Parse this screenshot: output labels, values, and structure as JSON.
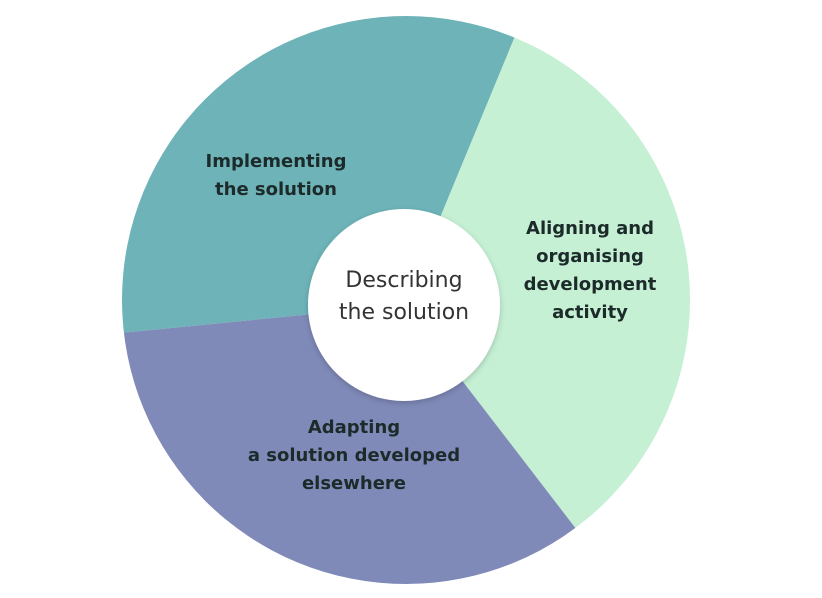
{
  "colors": {
    "implementing": "#6db3b8",
    "aligning": "#c5f0d4",
    "adapting": "#7f8ab8",
    "center": "#ffffff"
  },
  "center": {
    "lines": [
      "Describing",
      "the solution"
    ]
  },
  "segments": {
    "implementing": {
      "lines": [
        "Implementing",
        "the solution"
      ]
    },
    "aligning": {
      "lines": [
        "Aligning and",
        "organising",
        "development",
        "activity"
      ]
    },
    "adapting": {
      "lines": [
        "Adapting",
        "a solution developed",
        "elsewhere"
      ]
    }
  }
}
